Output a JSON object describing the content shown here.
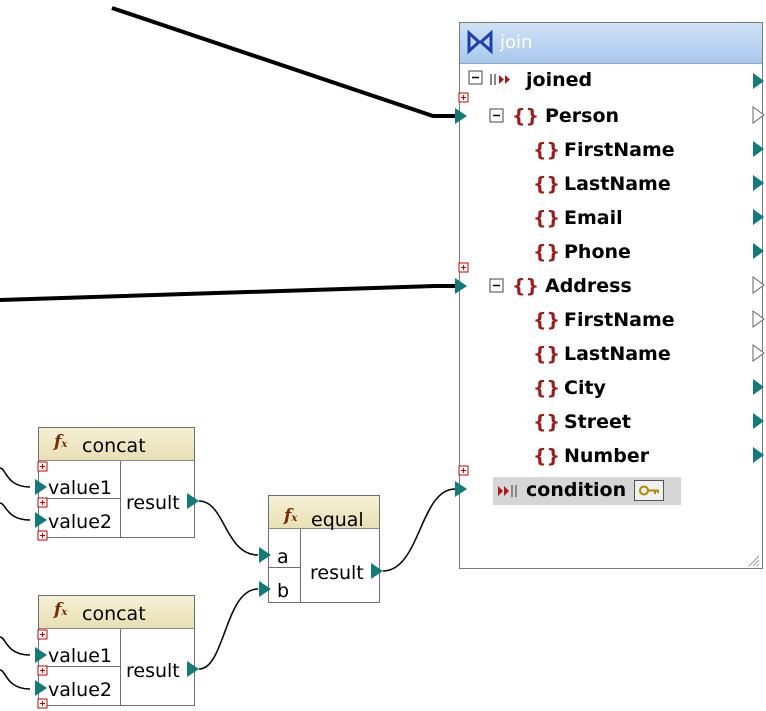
{
  "join": {
    "title": "join",
    "items": [
      {
        "label": "joined"
      },
      {
        "label": "Person"
      },
      {
        "label": "FirstName"
      },
      {
        "label": "LastName"
      },
      {
        "label": "Email"
      },
      {
        "label": "Phone"
      },
      {
        "label": "Address"
      },
      {
        "label": "FirstName"
      },
      {
        "label": "LastName"
      },
      {
        "label": "City"
      },
      {
        "label": "Street"
      },
      {
        "label": "Number"
      }
    ],
    "condition": "condition"
  },
  "concat1": {
    "title": "concat",
    "in1": "value1",
    "in2": "value2",
    "out": "result"
  },
  "concat2": {
    "title": "concat",
    "in1": "value1",
    "in2": "value2",
    "out": "result"
  },
  "equal": {
    "title": "equal",
    "in1": "a",
    "in2": "b",
    "out": "result"
  },
  "icons": {
    "join": "join-icon",
    "function": "function-icon",
    "expand": "expand-icon",
    "collapse": "collapse-icon",
    "key": "key-icon",
    "brace": "element-icon"
  }
}
